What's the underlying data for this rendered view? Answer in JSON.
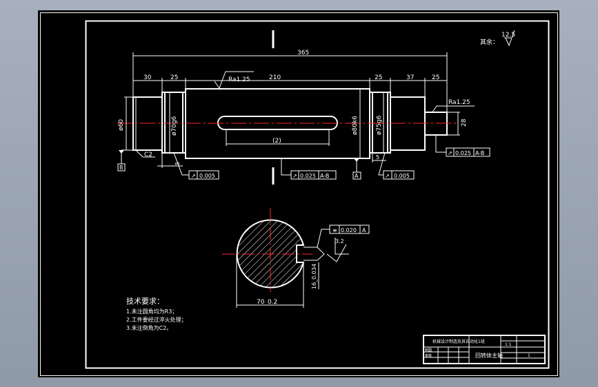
{
  "drawing": {
    "remainder_label": "其余：",
    "remainder_roughness": "12.5",
    "dim_total": "365",
    "dim_left_30": "30",
    "dim_left_25": "25",
    "dim_mid_210": "210",
    "dim_right_25a": "25",
    "dim_right_37": "37",
    "dim_right_25b": "25",
    "roughness_mid": "Ra1.25",
    "roughness_right": "Ra1.25",
    "dia_60": "ø60",
    "dia_70": "ø70g6",
    "dia_80": "ø80k6",
    "dia_75": "ø75g6",
    "dim_28": "28",
    "keyway_len": "(2)",
    "chamfer": "C2",
    "dim_5_left": "5",
    "dim_5_right": "5",
    "datum_b": "B",
    "datum_a": "A",
    "gt_left_val": "0.005",
    "gt_center_val": "0.025",
    "gt_center_ref": "A-B",
    "gt_right_val": "0.005",
    "gt_upper_right_val": "0.025",
    "gt_upper_right_ref": "A-B",
    "section_sym_val": "0.020",
    "section_sym_ref": "A",
    "section_roughness": "3.2",
    "section_depth": "16_0.034",
    "section_width": "70_0.2",
    "tech_title": "技术要求：",
    "tech_1": "1.未注圆角均为R3；",
    "tech_2": "2.工件要经过淬火处理；",
    "tech_3": "3.未注倒角为C2。",
    "tb_school": "机械设计制造及其自动化1班",
    "tb_part_name": "回转体主轴",
    "tb_scale": "1:1",
    "tb_count": "1",
    "tb_label_draw": "制图",
    "tb_label_check": "审核"
  }
}
